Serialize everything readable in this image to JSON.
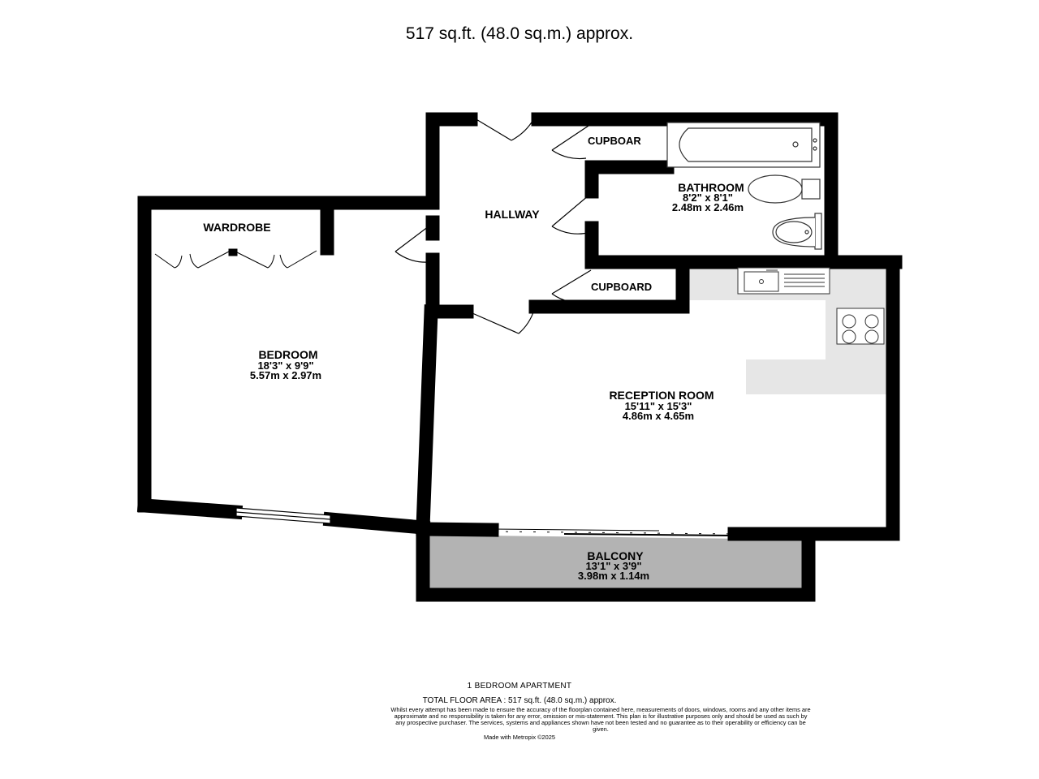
{
  "header": {
    "area_title": "517 sq.ft. (48.0 sq.m.) approx."
  },
  "rooms": [
    {
      "id": "bedroom",
      "name": "BEDROOM",
      "imperial": "18'3\"  x 9'9\"",
      "metric": "5.57m  x 2.97m"
    },
    {
      "id": "reception",
      "name": "RECEPTION ROOM",
      "imperial": "15'11\"  x 15'3\"",
      "metric": "4.86m  x 4.65m"
    },
    {
      "id": "bathroom",
      "name": "BATHROOM",
      "imperial": "8'2\"  x 8'1\"",
      "metric": "2.48m  x 2.46m"
    },
    {
      "id": "balcony",
      "name": "BALCONY",
      "imperial": "13'1\"  x 3'9\"",
      "metric": "3.98m  x 1.14m"
    }
  ],
  "labels": {
    "wardrobe": "WARDROBE",
    "hallway": "HALLWAY",
    "cupboard_top": "CUPBOAR",
    "cupboard_mid": "CUPBOARD"
  },
  "footer": {
    "property_type": "1 BEDROOM APARTMENT",
    "total_area": "TOTAL FLOOR AREA : 517 sq.ft. (48.0 sq.m.) approx.",
    "disclaimer": "Whilst every attempt has been made to ensure the accuracy of the floorplan contained here, measurements of doors, windows, rooms and any other items are approximate and no responsibility is taken for any error, omission or mis-statement. This plan is for illustrative purposes only and should be used as such by any prospective purchaser. The services, systems and appliances shown have not been tested and no guarantee as to their operability or efficiency can be given.",
    "made_with": "Made with Metropix ©2025"
  },
  "colors": {
    "wall": "#000000",
    "balcony_fill": "#b3b3b3",
    "kitchen_fill": "#e6e6e6",
    "fixture_stroke": "#333333"
  }
}
